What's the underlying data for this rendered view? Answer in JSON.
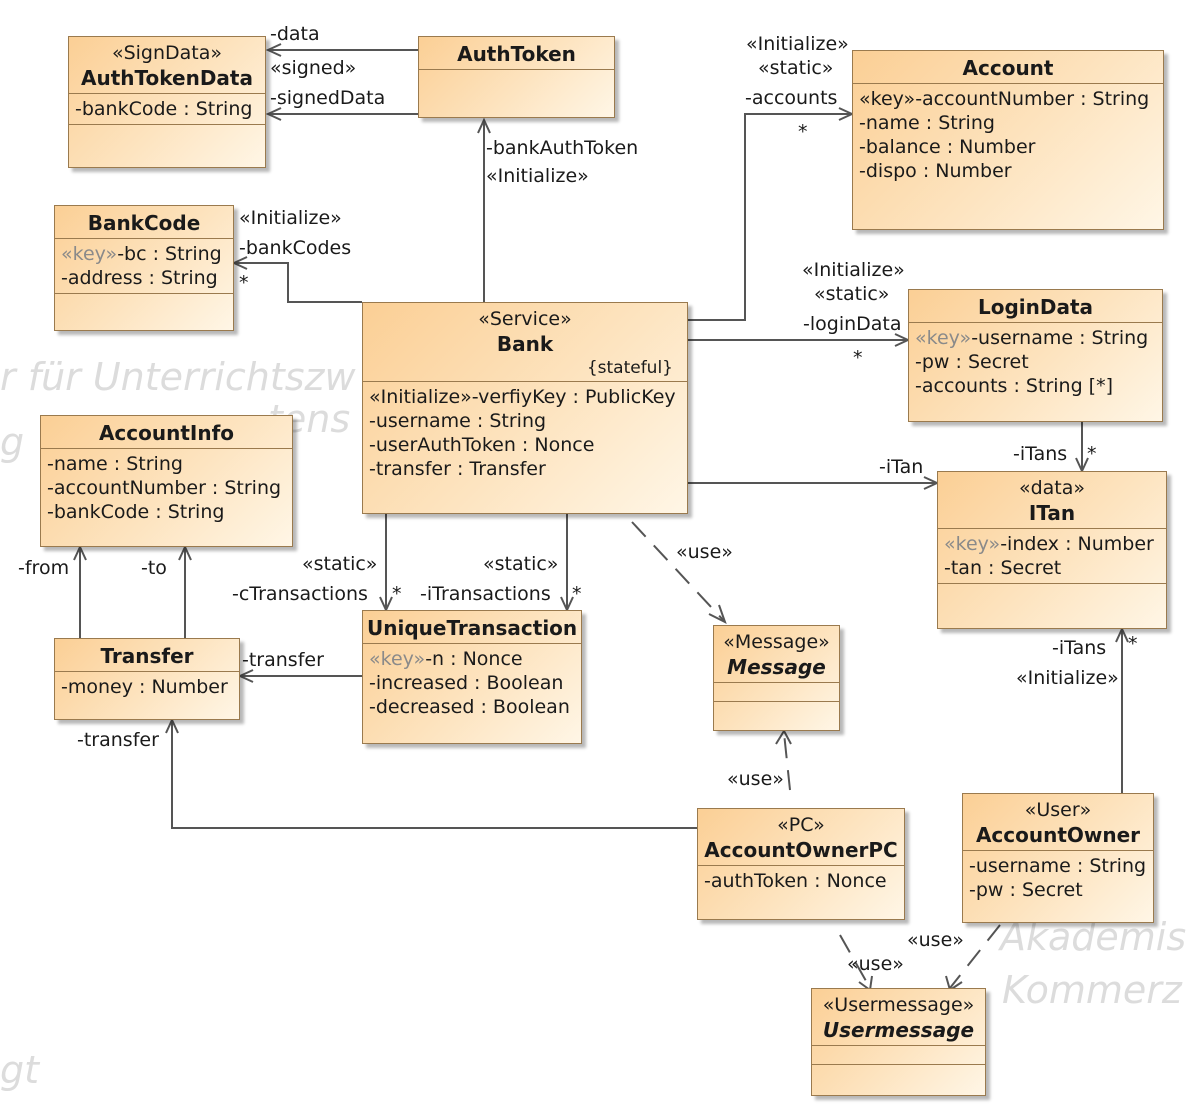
{
  "classes": {
    "authtokendata": {
      "stereotype": "«SignData»",
      "name": "AuthTokenData",
      "attrs": [
        {
          "name": "-bankCode",
          "type": " : String"
        }
      ]
    },
    "authtoken": {
      "name": "AuthToken"
    },
    "account": {
      "name": "Account",
      "attrs": [
        {
          "key": "«key»",
          "name": "-accountNumber",
          "type": " : String"
        },
        {
          "name": "-name",
          "type": " : String"
        },
        {
          "name": "-balance",
          "type": " : Number"
        },
        {
          "name": "-dispo",
          "type": " : Number"
        }
      ]
    },
    "bankcode": {
      "name": "BankCode",
      "attrs": [
        {
          "key": "«key»",
          "name": "-bc",
          "type": " : String"
        },
        {
          "name": "-address",
          "type": " : String"
        }
      ]
    },
    "bank": {
      "stereotype": "«Service»",
      "name": "Bank",
      "tag": "{stateful}",
      "attrs": [
        {
          "key": "«Initialize»",
          "name": "-verfiyKey",
          "type": " : PublicKey"
        },
        {
          "name": "-username",
          "type": " : String"
        },
        {
          "name": "-userAuthToken",
          "type": " : Nonce"
        },
        {
          "name": "-transfer",
          "type": " : Transfer"
        }
      ]
    },
    "logindata": {
      "name": "LoginData",
      "attrs": [
        {
          "key": "«key»",
          "name": "-username",
          "type": " : String"
        },
        {
          "name": "-pw ",
          "type": " : Secret"
        },
        {
          "name": "-accounts",
          "type": " : String [*]"
        }
      ]
    },
    "accountinfo": {
      "name": "AccountInfo",
      "attrs": [
        {
          "name": "-name",
          "type": " : String"
        },
        {
          "name": "-accountNumber",
          "type": " : String"
        },
        {
          "name": "-bankCode",
          "type": " : String"
        }
      ]
    },
    "itan": {
      "stereotype": "«data»",
      "name": "ITan",
      "attrs": [
        {
          "key": "«key»",
          "name": "-index",
          "type": " : Number"
        },
        {
          "name": "-tan",
          "type": " : Secret"
        }
      ]
    },
    "transfer": {
      "name": "Transfer",
      "attrs": [
        {
          "name": "-money",
          "type": " : Number"
        }
      ]
    },
    "uniquetransaction": {
      "name": "UniqueTransaction",
      "attrs": [
        {
          "key": "«key»",
          "name": "-n",
          "type": " : Nonce"
        },
        {
          "name": "-increased",
          "type": " : Boolean"
        },
        {
          "name": "-decreased",
          "type": " : Boolean"
        }
      ]
    },
    "message": {
      "stereotype": "«Message»",
      "name": "Message"
    },
    "accountownerpc": {
      "stereotype": "«PC»",
      "name": "AccountOwnerPC",
      "attrs": [
        {
          "name": "-authToken",
          "type": " : Nonce"
        }
      ]
    },
    "accountowner": {
      "stereotype": "«User»",
      "name": "AccountOwner",
      "attrs": [
        {
          "name": "-username",
          "type": " : String"
        },
        {
          "name": "-pw ",
          "type": " : Secret"
        }
      ]
    },
    "usermessage": {
      "stereotype": "«Usermessage»",
      "name": "Usermessage"
    }
  },
  "labels": {
    "data": "-data",
    "signed": "«signed»",
    "signeddata": "-signedData",
    "bankauthtoken": "-bankAuthToken",
    "init_bankauthtoken": "«Initialize»",
    "init_accounts": "«Initialize»",
    "static_accounts": "«static»",
    "accounts": "-accounts",
    "mult_accounts": "*",
    "init_bankcodes": "«Initialize»",
    "bankcodes": "-bankCodes",
    "mult_bankcodes": "*",
    "init_logindata": "«Initialize»",
    "static_logindata": "«static»",
    "logindata": "-loginData",
    "mult_logindata": "*",
    "itans_top": "-iTans",
    "mult_itans_top": "*",
    "itan": "-iTan",
    "static_ctrans": "«static»",
    "ctransactions": "-cTransactions",
    "mult_ctrans": "*",
    "static_itrans": "«static»",
    "itransactions": "-iTransactions",
    "mult_itrans": "*",
    "use_message": "«use»",
    "from": "-from",
    "to": "-to",
    "transfer_ut": "-transfer",
    "transfer_pc": "-transfer",
    "itans_bottom": "-iTans",
    "mult_itans_bottom": "*",
    "init_itans": "«Initialize»",
    "use_pc_message": "«use»",
    "use_pc_um": "«use»",
    "use_ao_um": "«use»"
  },
  "watermark": {
    "line1": "r für Unterrichtszw",
    "line2": "tens U",
    "line3": "g",
    "line4": "Akademis",
    "line5": "Kommerz",
    "line6": "gt"
  }
}
